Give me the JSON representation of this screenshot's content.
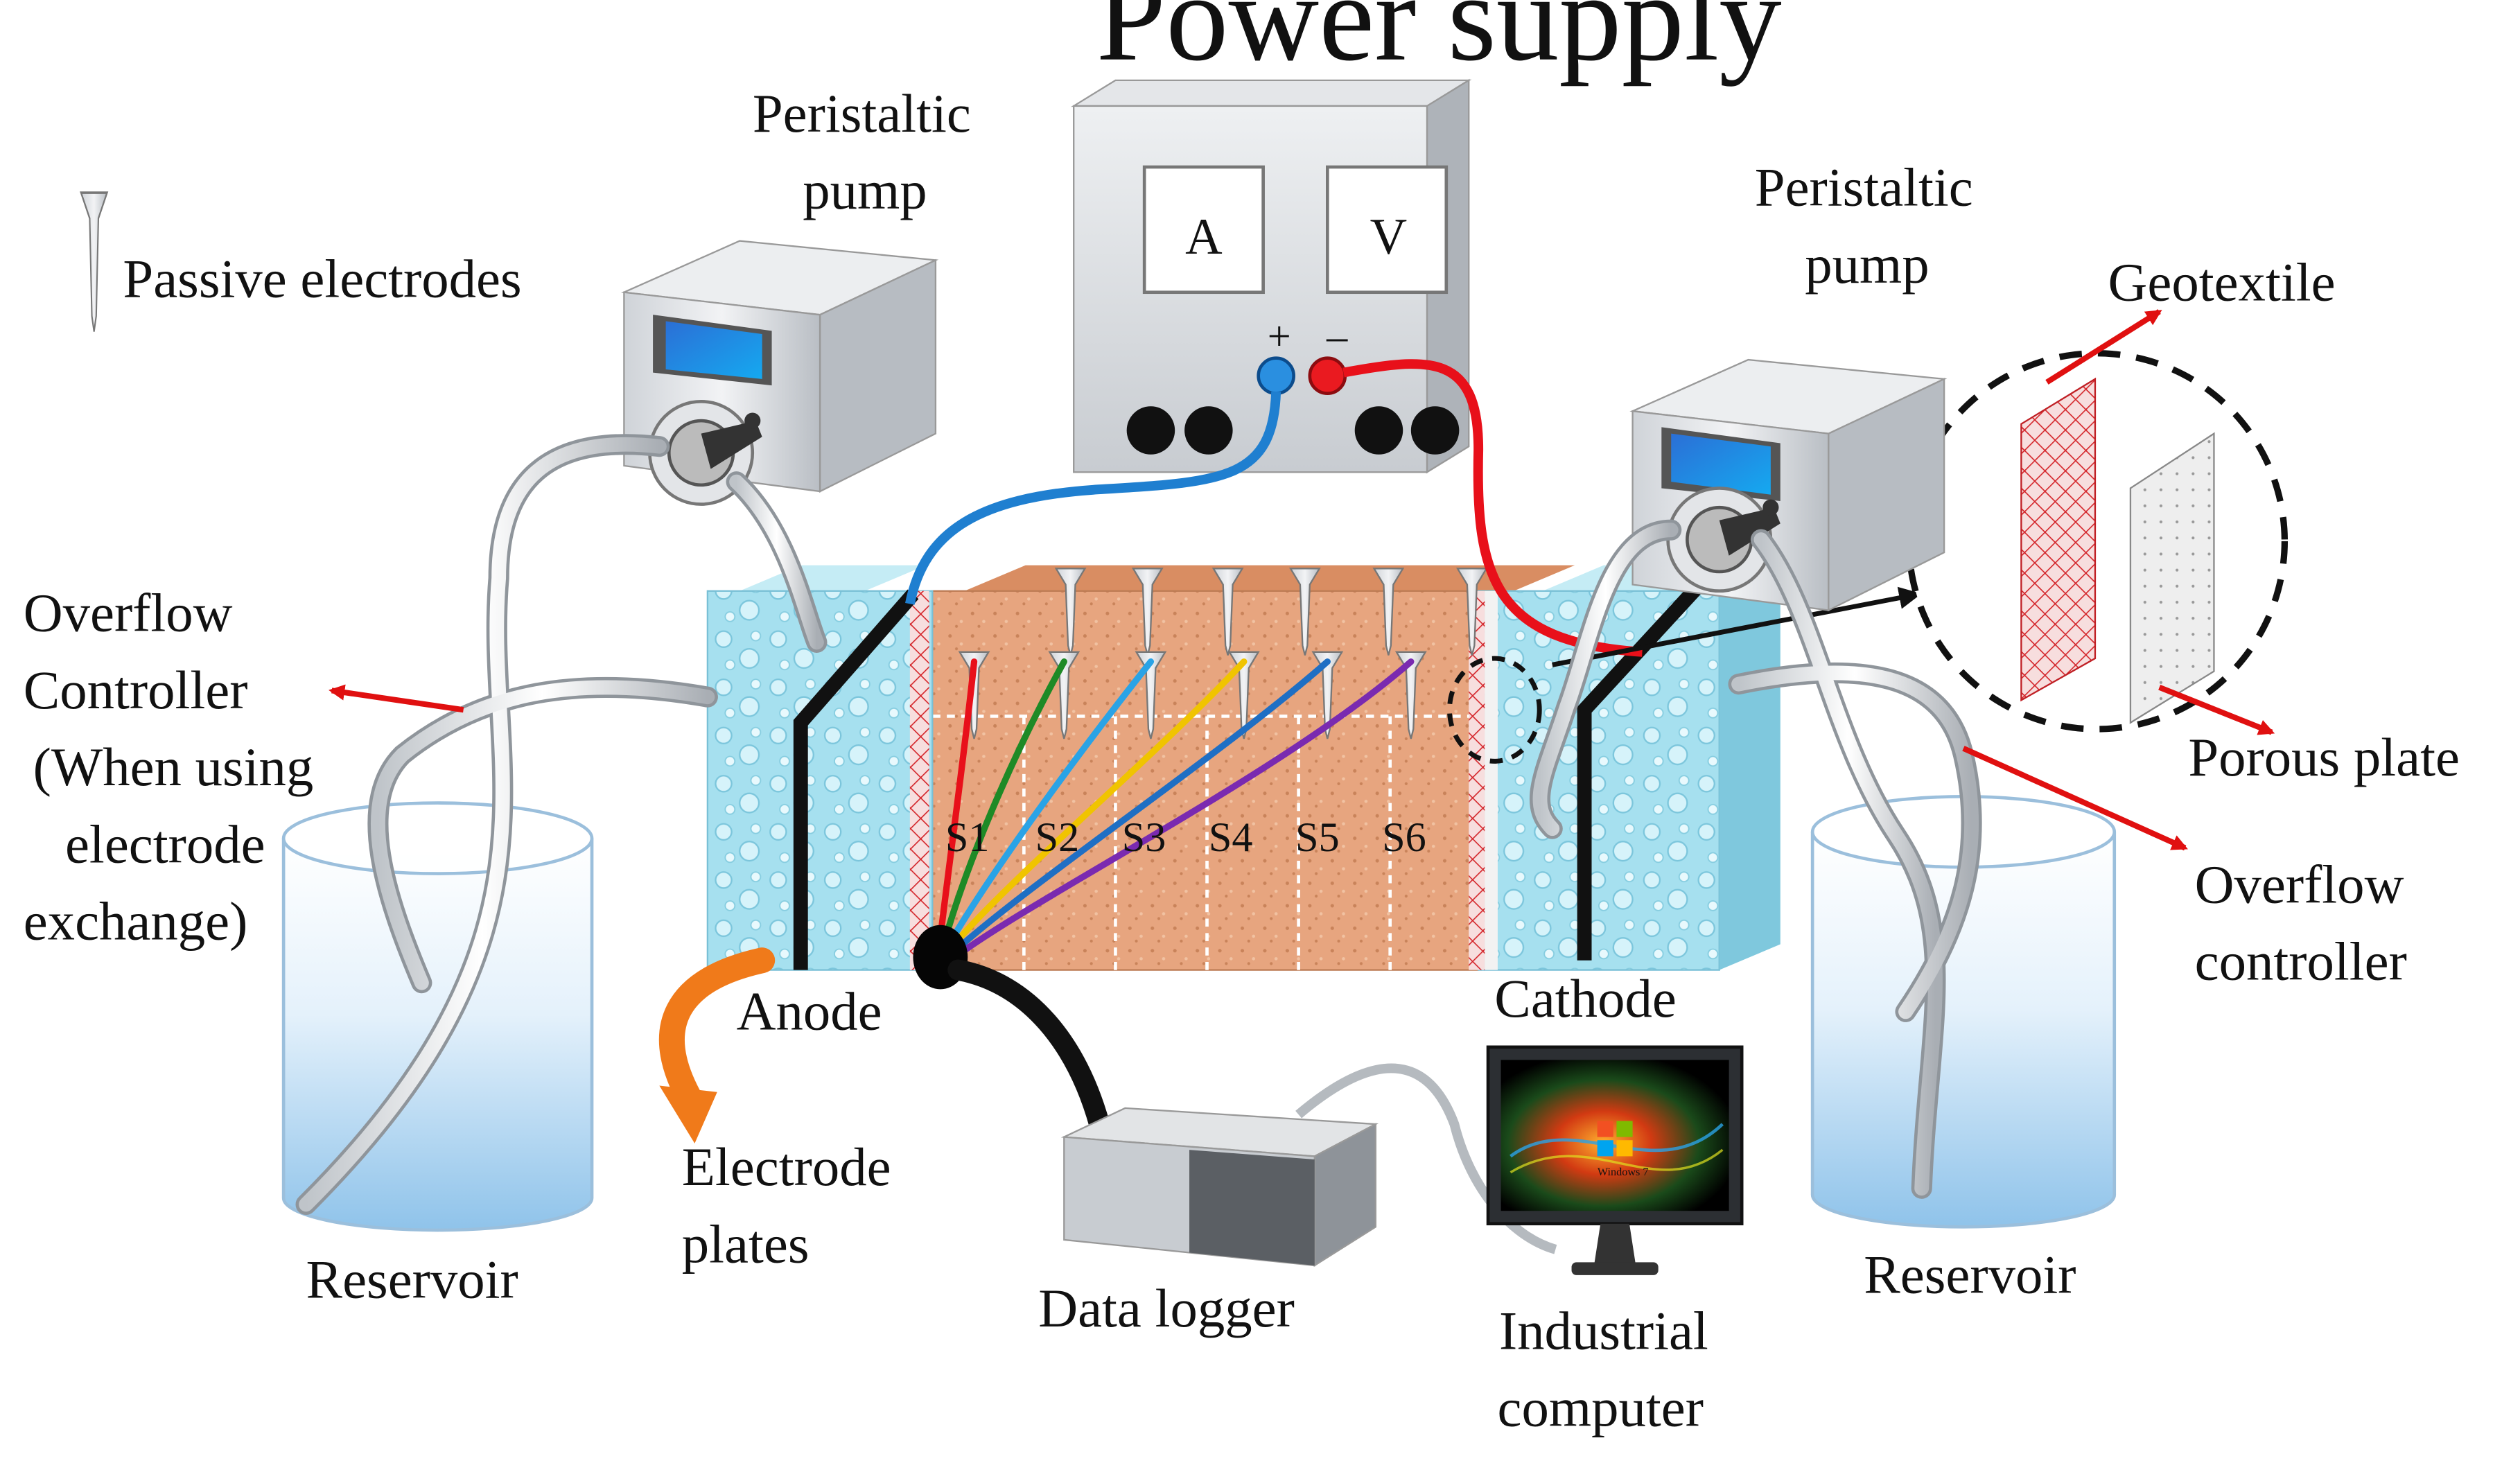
{
  "labels": {
    "power_supply": "Power supply",
    "meter_a": "A",
    "meter_v": "V",
    "terminal_plus": "+",
    "terminal_minus": "–",
    "peristaltic_left_line1": "Peristaltic",
    "peristaltic_left_line2": "pump",
    "peristaltic_right_line1": "Peristaltic",
    "peristaltic_right_line2": "pump",
    "passive_electrodes": "Passive electrodes",
    "overflow_left_line1": "Overflow",
    "overflow_left_line2": "Controller",
    "overflow_left_line3": "(When using",
    "overflow_left_line4": "electrode",
    "overflow_left_line5": "exchange)",
    "geotextile": "Geotextile",
    "porous_plate": "Porous plate",
    "overflow_right_line1": "Overflow",
    "overflow_right_line2": "controller",
    "anode": "Anode",
    "cathode": "Cathode",
    "electrode_plates_line1": "Electrode",
    "electrode_plates_line2": "plates",
    "reservoir_left": "Reservoir",
    "reservoir_right": "Reservoir",
    "data_logger": "Data logger",
    "industrial_computer_line1": "Industrial",
    "industrial_computer_line2": "computer",
    "monitor_os": "Windows 7"
  },
  "sections": [
    "S1",
    "S2",
    "S3",
    "S4",
    "S5",
    "S6"
  ],
  "colors": {
    "wire_positive": "#1f7fd0",
    "wire_negative": "#e8101a",
    "leader_arrow": "#e01010",
    "arrow_orange": "#f07a1a",
    "soil": "#e6a37c",
    "water": "#9fdcec",
    "sensor_wires": [
      "#e8101a",
      "#1e8a26",
      "#2aa3e6",
      "#f0c400",
      "#1f6fc4",
      "#7a2ab0"
    ]
  }
}
